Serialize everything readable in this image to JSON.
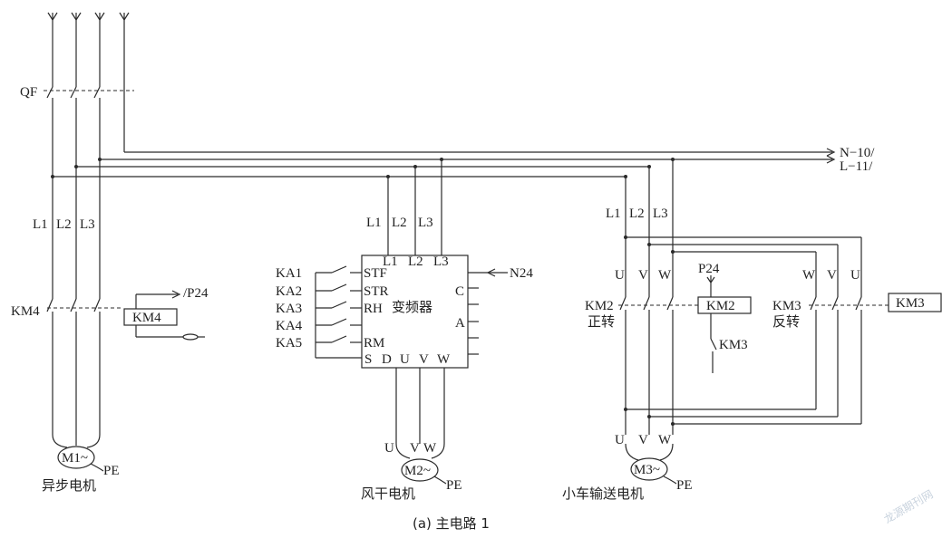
{
  "diagram": {
    "caption": "(a) 主电路 1",
    "watermark": "龙源期刊网",
    "breaker": "QF",
    "bus": {
      "n": "N−10/",
      "l": "L−11/"
    },
    "phases": [
      "L1",
      "L2",
      "L3"
    ],
    "uvw": [
      "U",
      "V",
      "W"
    ],
    "wvu": [
      "W",
      "V",
      "U"
    ],
    "motor1": {
      "contactor": "KM4",
      "coil": "KM4",
      "supply": "/P24",
      "symbol": "M1~",
      "pe": "PE",
      "label": "异步电机"
    },
    "vfd": {
      "name": "变频器",
      "inputs": [
        "STF",
        "STR",
        "RH",
        "RM"
      ],
      "relays": [
        "KA1",
        "KA2",
        "KA3",
        "KA4",
        "KA5"
      ],
      "bottom": [
        "S",
        "D",
        "U",
        "V",
        "W"
      ],
      "right_c": "C",
      "right_a": "A",
      "supply": "N24"
    },
    "motor2": {
      "symbol": "M2~",
      "pe": "PE",
      "label": "风干电机"
    },
    "motor3": {
      "km2": "KM2",
      "km2_note": "正转",
      "km2_coil": "KM2",
      "km3": "KM3",
      "km3_note": "反转",
      "km3_coil": "KM3",
      "p24": "P24",
      "interlock": "KM3",
      "symbol": "M3~",
      "pe": "PE",
      "label": "小车输送电机"
    }
  }
}
